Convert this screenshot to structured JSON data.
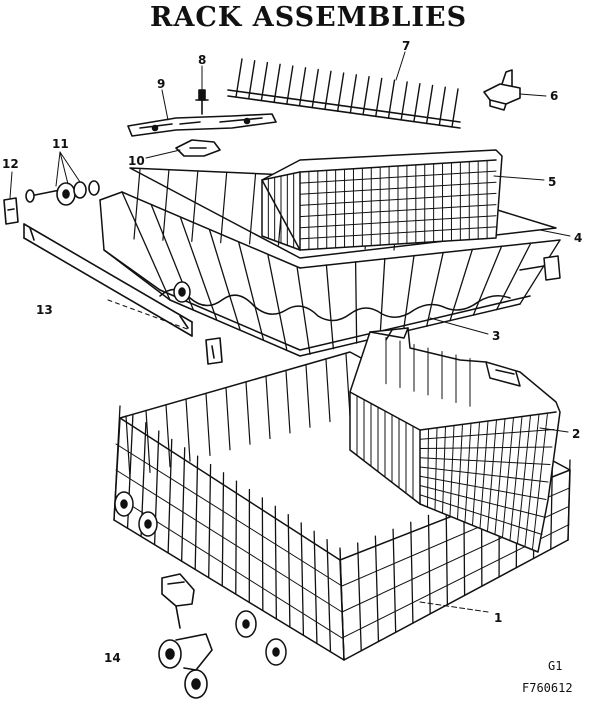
{
  "diagram": {
    "title": "RACK ASSEMBLIES",
    "callouts": [
      "1",
      "2",
      "3",
      "4",
      "5",
      "6",
      "7",
      "8",
      "9",
      "10",
      "11",
      "12",
      "13",
      "14"
    ],
    "code_line1": "G1",
    "code_line2": "F760612",
    "line_color": "#111111"
  }
}
